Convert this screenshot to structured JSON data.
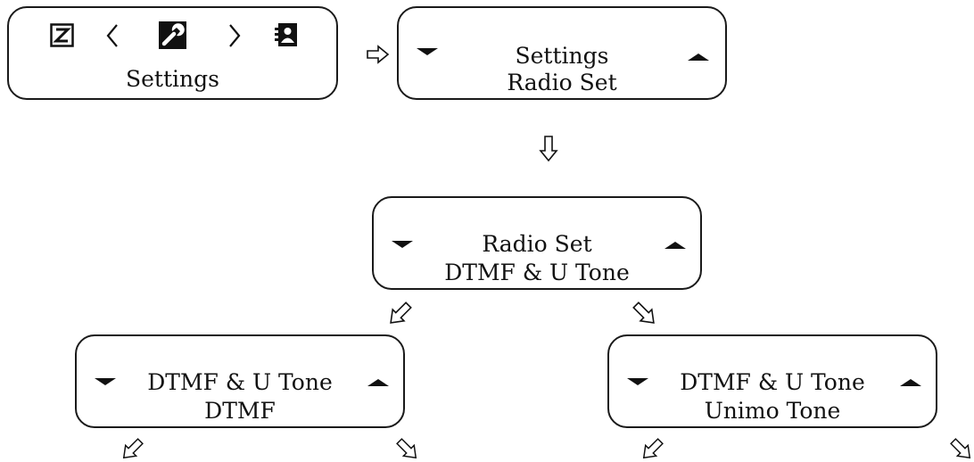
{
  "menu": {
    "icons": [
      "z-icon",
      "chevron-left-icon",
      "wrench-icon",
      "chevron-right-icon",
      "contacts-icon"
    ],
    "label": "Settings"
  },
  "screen_settings": {
    "line1": "Settings",
    "line2": "Radio Set"
  },
  "screen_radio_set": {
    "line1": "Radio Set",
    "line2": "DTMF & U Tone"
  },
  "screen_dtmf": {
    "line1": "DTMF & U Tone",
    "line2": "DTMF"
  },
  "screen_unimo": {
    "line1": "DTMF & U Tone",
    "line2": "Unimo Tone"
  }
}
